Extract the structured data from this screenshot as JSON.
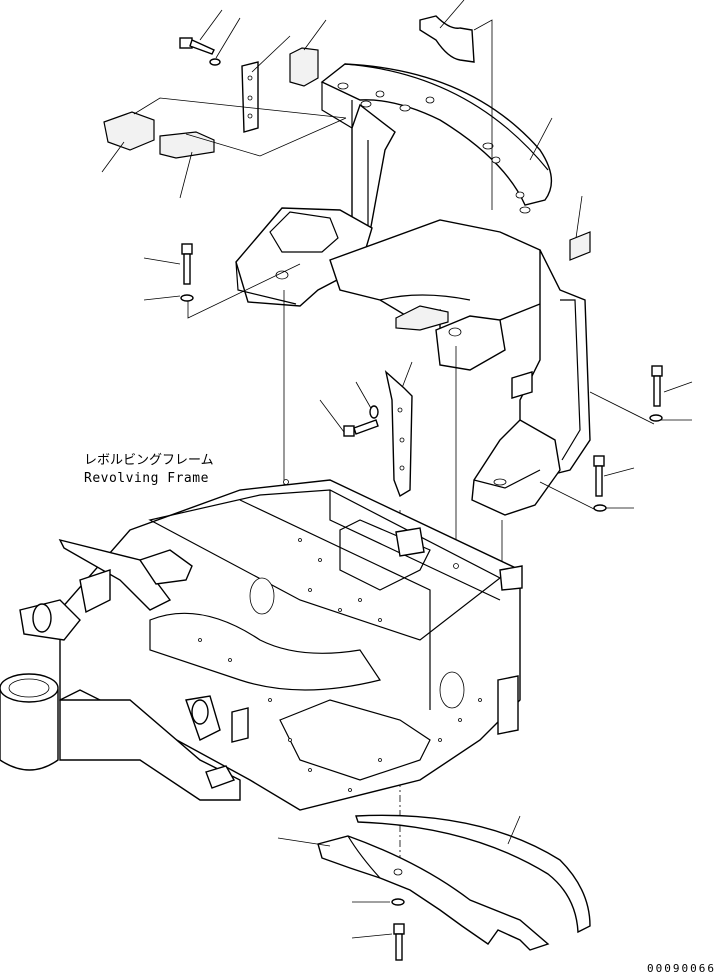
{
  "diagram": {
    "label_jp": "レボルビングフレーム",
    "label_en": "Revolving Frame",
    "drawing_number": "00090066"
  }
}
